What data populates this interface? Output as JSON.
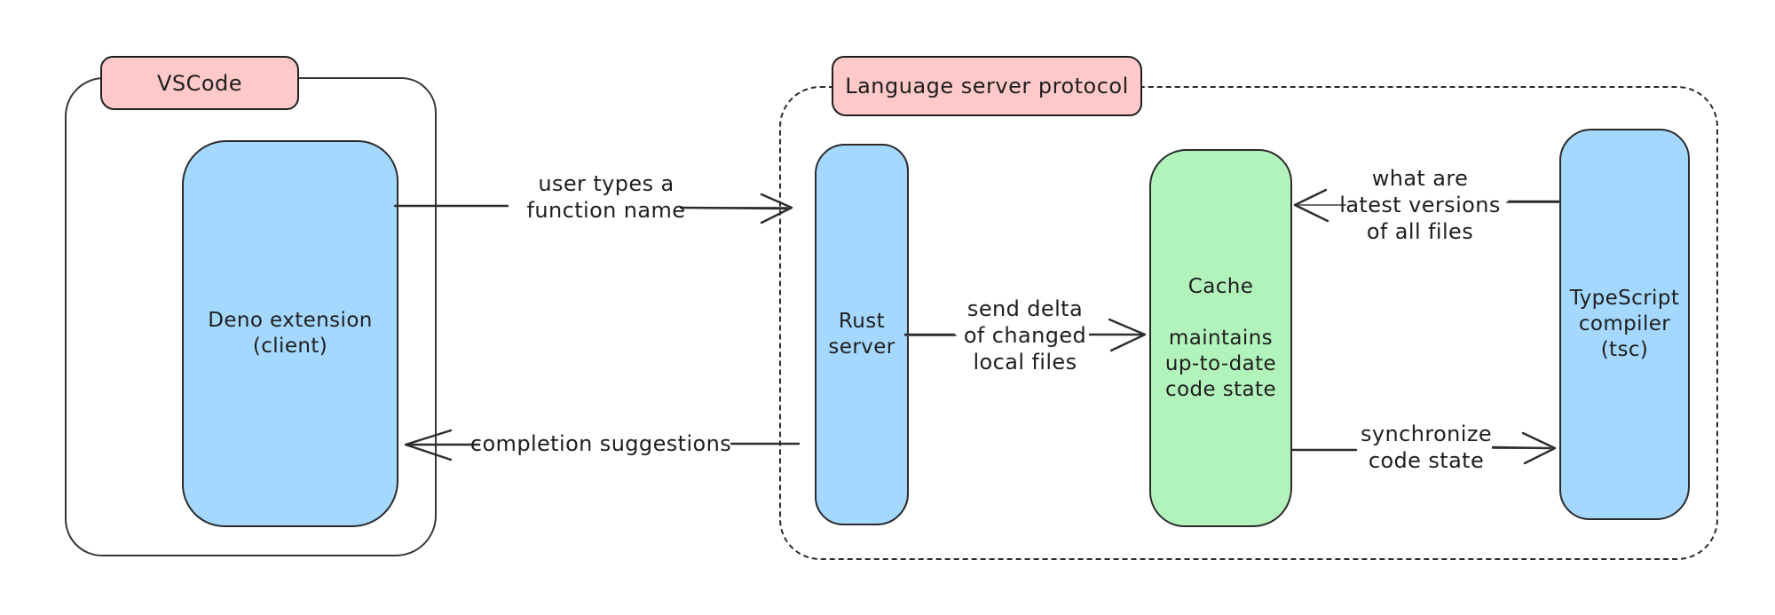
{
  "title": "Language server protocol diagram",
  "colors": {
    "node_blue": "#a5d8ff",
    "node_green": "#b2f2bb",
    "label_pink": "#ffc9c9",
    "stroke": "#1e1e1e",
    "background": "#ffffff"
  },
  "groups": {
    "vscode": {
      "label": "VSCode"
    },
    "lsp": {
      "label": "Language server protocol"
    }
  },
  "nodes": {
    "deno": {
      "label": "Deno extension\n(client)",
      "color": "#a5d8ff"
    },
    "rust": {
      "label": "Rust\nserver",
      "color": "#a5d8ff"
    },
    "cache": {
      "label": "Cache\n\nmaintains\nup-to-date\ncode state",
      "color": "#b2f2bb"
    },
    "tsc": {
      "label": "TypeScript\ncompiler\n(tsc)",
      "color": "#a5d8ff"
    }
  },
  "arrows": {
    "user_types": {
      "label": "user types a\nfunction name",
      "from": "deno",
      "to": "rust",
      "direction": "right"
    },
    "completion": {
      "label": "completion suggestions",
      "from": "rust",
      "to": "deno",
      "direction": "left"
    },
    "send_delta": {
      "label": "send delta\nof changed\nlocal files",
      "from": "rust",
      "to": "cache",
      "direction": "right"
    },
    "latest_versions": {
      "label": "what are\nlatest versions\nof all files",
      "from": "tsc",
      "to": "cache",
      "direction": "left"
    },
    "synchronize": {
      "label": "synchronize\ncode state",
      "from": "cache",
      "to": "tsc",
      "direction": "right"
    }
  }
}
